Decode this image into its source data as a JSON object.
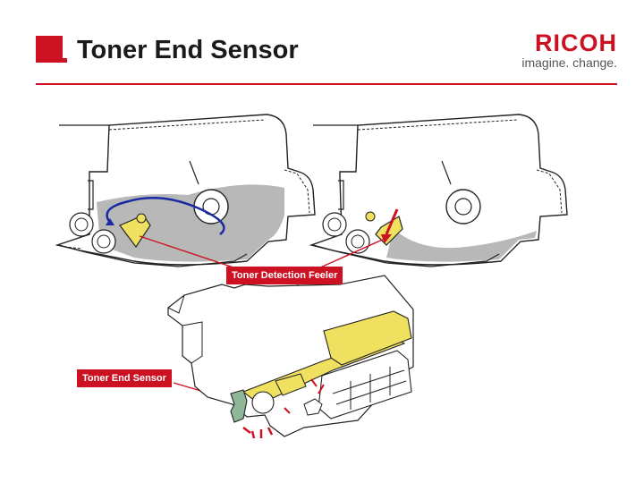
{
  "slide": {
    "title": "Toner End Sensor"
  },
  "brand": {
    "name": "RICOH",
    "tagline": "imagine. change.",
    "color": "#cc1122"
  },
  "callouts": {
    "feeler": "Toner Detection Feeler",
    "sensor": "Toner End Sensor"
  },
  "colors": {
    "accent": "#cc1122",
    "toner": "#b8b8b8",
    "feeler": "#f0e060",
    "arrow_blue": "#1a2aa0",
    "sensor_green": "#8fb89a"
  }
}
